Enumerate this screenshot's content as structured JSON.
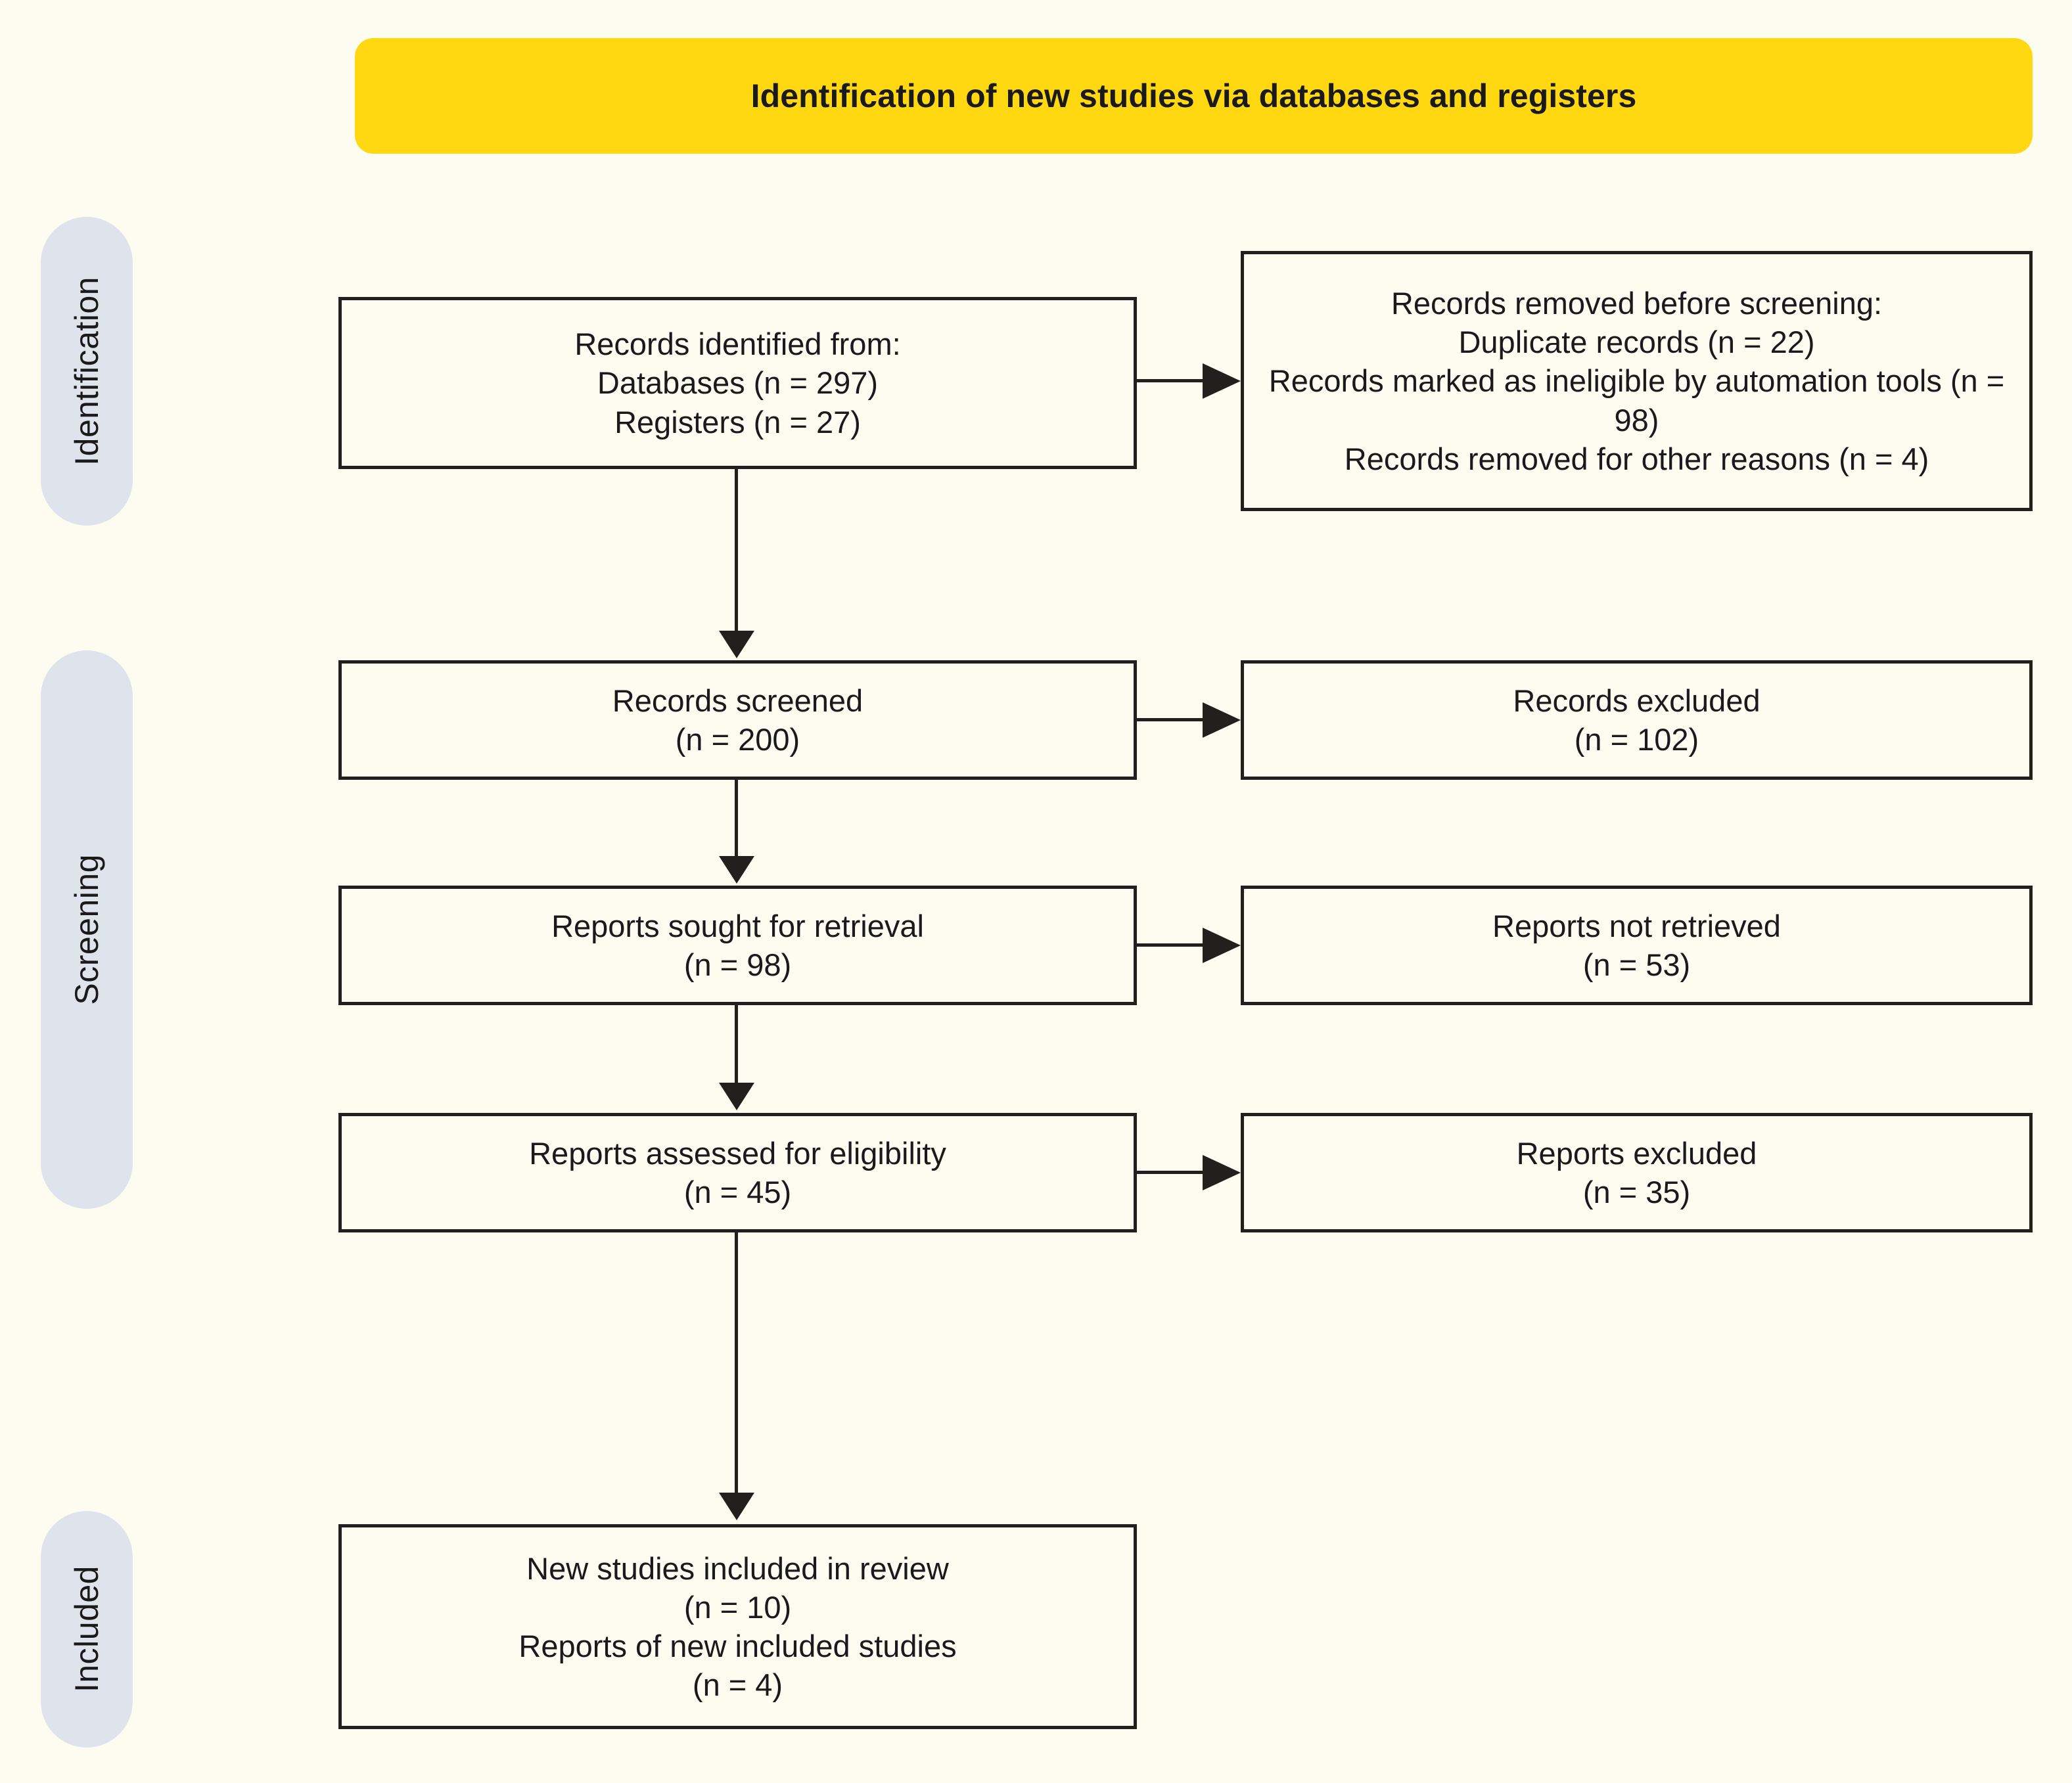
{
  "banner": {
    "title": "Identification of new studies via databases and registers",
    "color": "#FFD811"
  },
  "stages": [
    {
      "key": "identification",
      "label": "Identification"
    },
    {
      "key": "screening",
      "label": "Screening"
    },
    {
      "key": "included",
      "label": "Included"
    }
  ],
  "boxes": {
    "identified": {
      "lines": [
        "Records identified from:",
        "Databases (n = 297)",
        "Registers (n = 27)"
      ]
    },
    "removed": {
      "lines": [
        "Records removed before screening:",
        "Duplicate records (n = 22)",
        "Records marked as ineligible by automation tools (n = 98)",
        "Records removed for other reasons (n = 4)"
      ]
    },
    "screened": {
      "lines": [
        "Records screened",
        "(n = 200)"
      ]
    },
    "records_excluded": {
      "lines": [
        "Records excluded",
        "(n = 102)"
      ]
    },
    "sought": {
      "lines": [
        "Reports sought for retrieval",
        "(n = 98)"
      ]
    },
    "not_retrieved": {
      "lines": [
        "Reports not retrieved",
        "(n = 53)"
      ]
    },
    "assessed": {
      "lines": [
        "Reports assessed for eligibility",
        "(n = 45)"
      ]
    },
    "reports_excluded": {
      "lines": [
        "Reports excluded",
        "(n = 35)"
      ]
    },
    "included": {
      "lines": [
        "New studies included in review",
        "(n = 10)",
        "Reports of new included studies",
        "(n = 4)"
      ]
    }
  },
  "colors": {
    "background": "#FDFCF1",
    "box_border": "#231F1C",
    "stage_chip": "#DFE3EC",
    "banner": "#FFD811",
    "text": "#1A1A1A"
  }
}
